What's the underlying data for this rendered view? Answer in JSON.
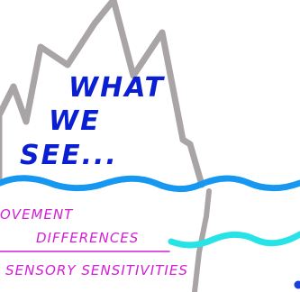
{
  "visible_section": {
    "heading_line1": "WHAT",
    "heading_line2": "WE",
    "heading_line3": "SEE..."
  },
  "hidden_section": {
    "items": [
      "OVEMENT",
      "DIFFERENCES",
      "SENSORY SENSITIVITIES"
    ]
  },
  "colors": {
    "iceberg_outline": "#a9a5a6",
    "heading": "#0b1fd2",
    "surface_water": "#1798f0",
    "underwater_current": "#25e3e6",
    "hidden_text": "#d21fd6",
    "dot": "#1b3fd8"
  }
}
